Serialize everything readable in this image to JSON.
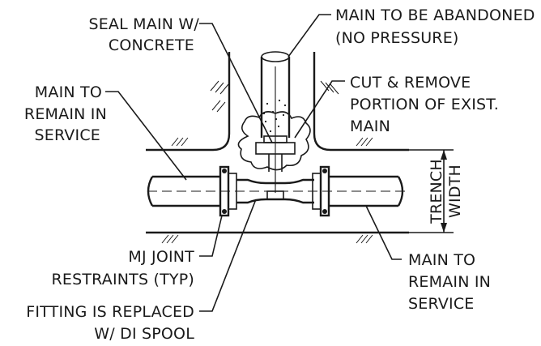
{
  "labels": {
    "seal_main_1": "SEAL MAIN W/",
    "seal_main_2": "CONCRETE",
    "abandoned_1": "MAIN TO BE ABANDONED",
    "abandoned_2": "(NO PRESSURE)",
    "remain_left_1": "MAIN TO",
    "remain_left_2": "REMAIN IN",
    "remain_left_3": "SERVICE",
    "cut_remove_1": "CUT & REMOVE",
    "cut_remove_2": "PORTION OF EXIST.",
    "cut_remove_3": "MAIN",
    "trench_1": "TRENCH",
    "trench_2": "WIDTH",
    "mj_1": "MJ JOINT",
    "mj_2": "RESTRAINTS (TYP)",
    "remain_right_1": "MAIN TO",
    "remain_right_2": "REMAIN IN",
    "remain_right_3": "SERVICE",
    "fitting_1": "FITTING IS REPLACED",
    "fitting_2": "W/ DI SPOOL"
  }
}
